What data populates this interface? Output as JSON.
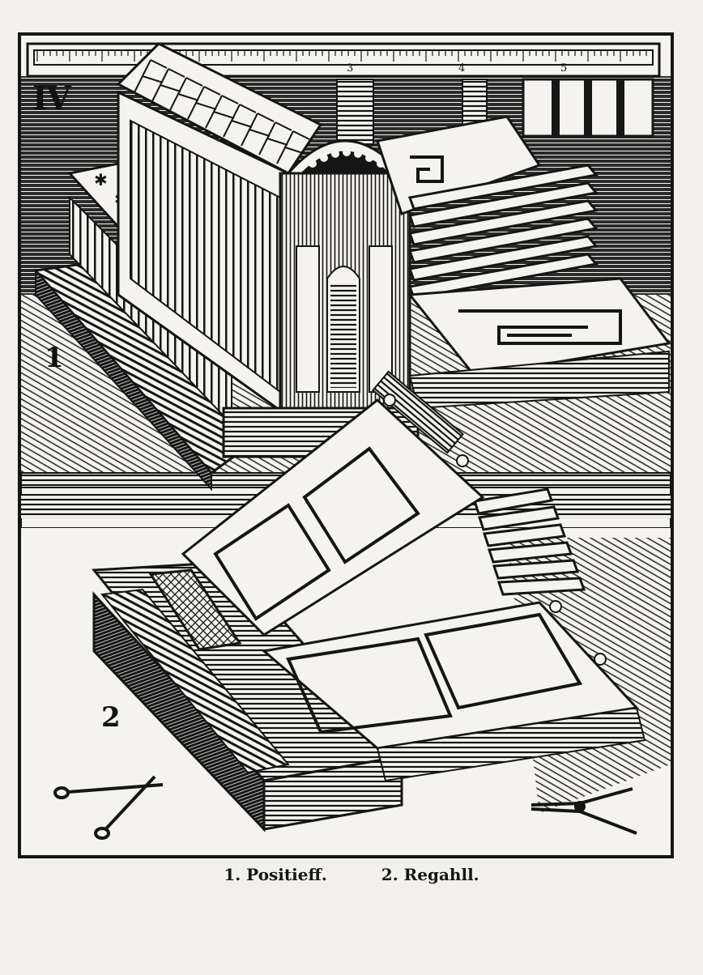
{
  "plate": {
    "number": "IV"
  },
  "figures": {
    "fig1_label": "1",
    "fig2_label": "2"
  },
  "ruler": {
    "ticks": [
      "3",
      "4",
      "5"
    ]
  },
  "caption": {
    "item1": "1. Positieff.",
    "item2": "2. Regahll."
  },
  "colors": {
    "ink": "#151515",
    "paper": "#f4f3ef"
  }
}
